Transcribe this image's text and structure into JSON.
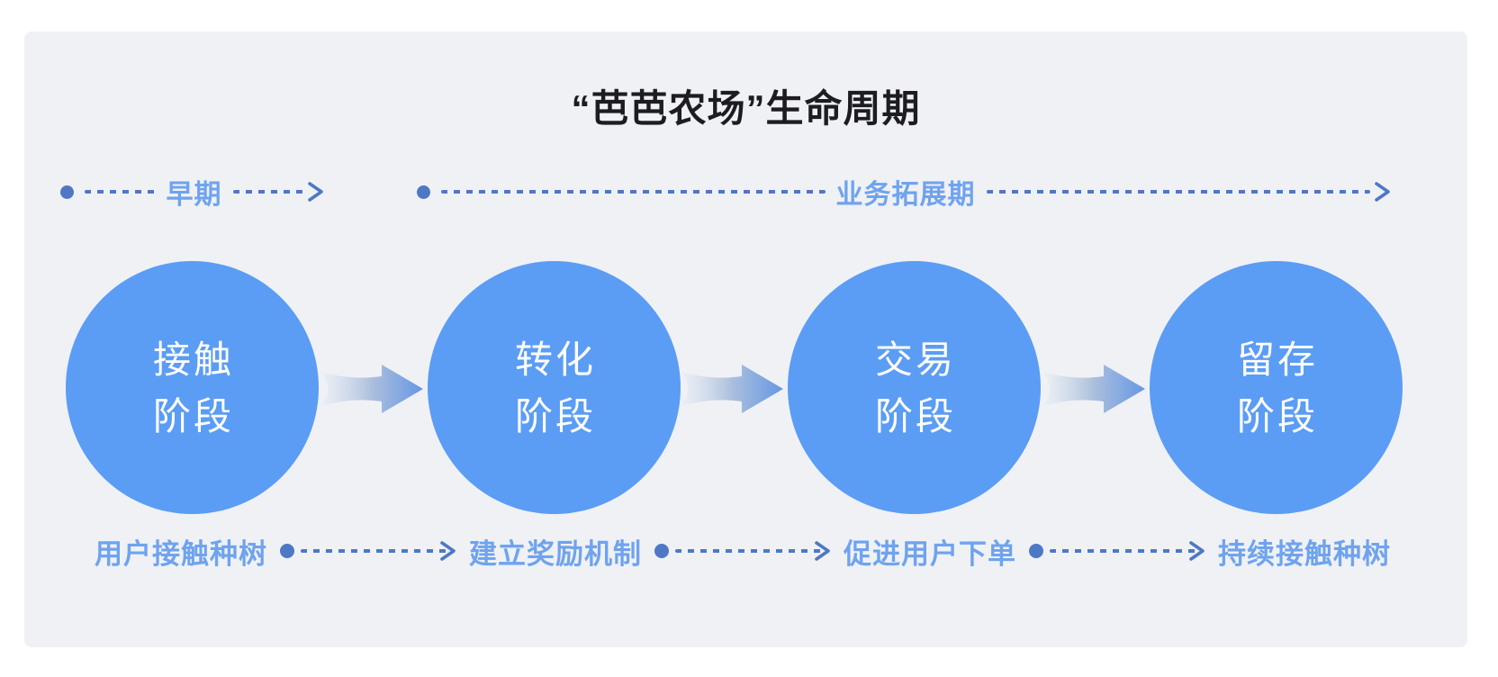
{
  "title": "“芭芭农场”生命周期",
  "phases": [
    {
      "label": "早期"
    },
    {
      "label": "业务拓展期"
    }
  ],
  "stages": [
    {
      "line1": "接触",
      "line2": "阶段",
      "note": "用户接触种树"
    },
    {
      "line1": "转化",
      "line2": "阶段",
      "note": "建立奖励机制"
    },
    {
      "line1": "交易",
      "line2": "阶段",
      "note": "促进用户下单"
    },
    {
      "line1": "留存",
      "line2": "阶段",
      "note": "持续接触种树"
    }
  ],
  "icons": {
    "timeline_start": "dot-icon",
    "timeline_line": "dashed-line",
    "timeline_end": "arrow-right-chevron-icon",
    "stage_transition": "gradient-flow-arrow-icon"
  },
  "colors": {
    "page_bg": "#FFFFFF",
    "panel_bg": "#EFF1F5",
    "circle_fill": "#5B9CF5",
    "circle_text": "#FFFFFF",
    "line_blue": "#4E78C6",
    "label_blue": "#6FA3EE",
    "title_color": "#1D1D21",
    "flow_arrow_gradient": [
      "#EAEDF4",
      "#ABBFDC",
      "#6697E4"
    ]
  }
}
